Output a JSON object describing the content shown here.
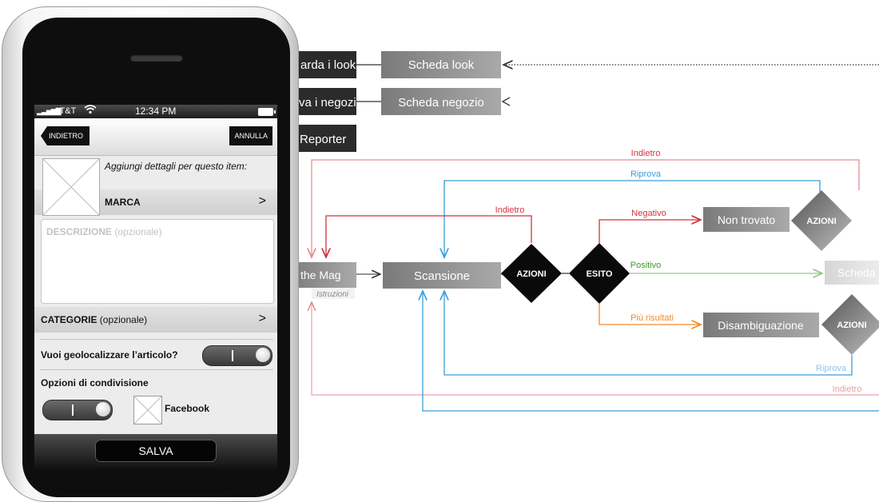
{
  "phone": {
    "status": {
      "carrier": "AT&T",
      "time": "12:34 PM"
    },
    "nav": {
      "back": "INDIETRO",
      "cancel": "ANNULLA"
    },
    "form": {
      "details_prompt": "Aggiungi dettagli per questo item:",
      "brand_label": "MARCA",
      "brand_chevron": ">",
      "description_label": "DESCRIZIONE",
      "description_hint": "(opzionale)",
      "categories_label": "CATEGORIE",
      "categories_hint": "(opzionale)",
      "categories_chevron": ">",
      "geo_question": "Vuoi geolocalizzare l’articolo?",
      "share_title": "Opzioni di condivisione",
      "share_facebook": "Facebook",
      "save": "SALVA"
    }
  },
  "flow": {
    "top_nodes": {
      "looks_partial": "arda i look",
      "look_card": "Scheda look",
      "shops_partial": "va i negozi",
      "shop_card": "Scheda negozio",
      "reporter": "Reporter"
    },
    "main": {
      "mag_partial": "the Mag",
      "instructions": "Istruzioni",
      "scan": "Scansione",
      "actions_1": "AZIONI",
      "outcome": "ESITO",
      "not_found": "Non trovato",
      "actions_2": "AZIONI",
      "card_partial": "Scheda",
      "disambiguation": "Disambiguazione",
      "actions_3": "AZIONI"
    },
    "edge_labels": {
      "back_top": "Indietro",
      "retry_top": "Riprova",
      "back_mid": "Indietro",
      "negative": "Negativo",
      "positive": "Positivo",
      "multiple": "Più risultati",
      "retry_bottom": "Riprova",
      "back_bottom": "Indietro"
    },
    "colors": {
      "back": "#d0323c",
      "retry": "#3a9fd8",
      "positive": "#3a9a2a",
      "multiple": "#f08a30",
      "node_dark": "#2b2b2b",
      "node_gray": "#8a8a8a"
    }
  }
}
